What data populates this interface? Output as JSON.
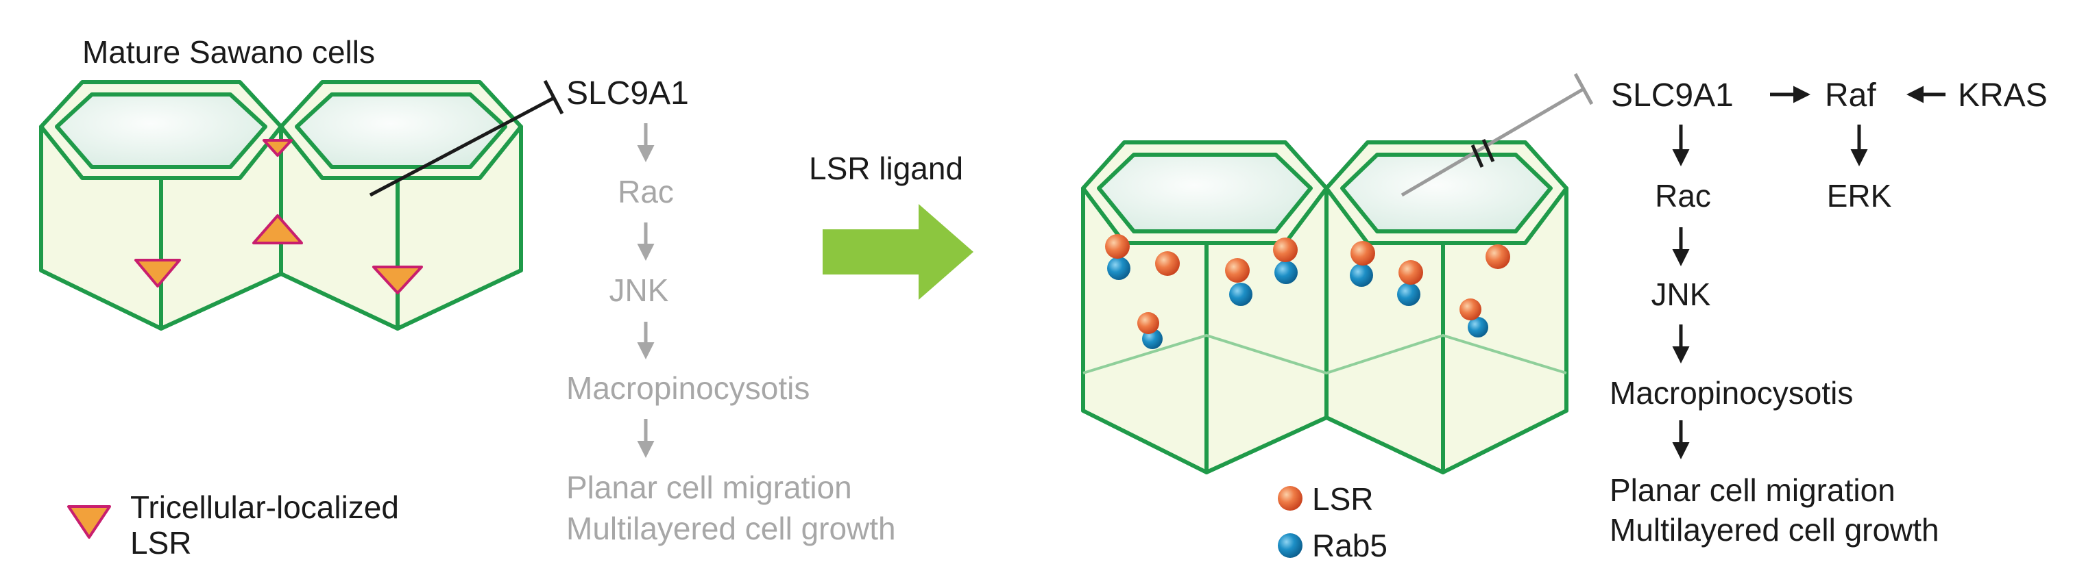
{
  "left_panel": {
    "title": "Mature Sawano cells",
    "legend": {
      "line1": "Tricellular-localized",
      "line2": "LSR"
    },
    "pathway": {
      "top": "SLC9A1",
      "steps": [
        "Rac",
        "JNK",
        "Macropinocysotis"
      ],
      "outcome_line1": "Planar cell migration",
      "outcome_line2": "Multilayered cell growth"
    }
  },
  "transition": {
    "label": "LSR ligand"
  },
  "right_panel": {
    "legend": [
      {
        "label": "LSR",
        "color": "#ea6a3c"
      },
      {
        "label": "Rab5",
        "color": "#1589c2"
      }
    ],
    "pathway": {
      "top": "SLC9A1",
      "raf": "Raf",
      "kras": "KRAS",
      "erk": "ERK",
      "steps": [
        "Rac",
        "JNK",
        "Macropinocysotis"
      ],
      "outcome_line1": "Planar cell migration",
      "outcome_line2": "Multilayered cell growth"
    }
  },
  "colors": {
    "cell_outline": "#1f9a49",
    "cell_fill": "#f4f9e3",
    "cell_top": "#e8f3ee",
    "arrow": "#8cc63f",
    "lsr_triangle": "#f2a13b",
    "lsr_triangle_edge": "#c81e6e",
    "inactive_text": "#a7a7a7"
  }
}
